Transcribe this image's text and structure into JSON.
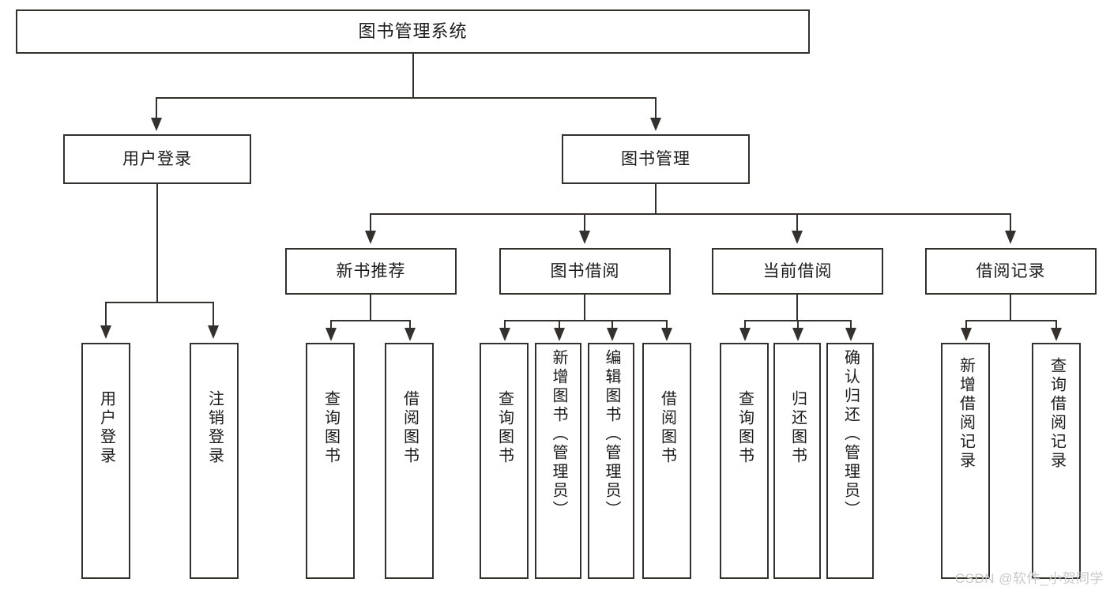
{
  "diagram": {
    "title": "图书管理系统",
    "type": "tree",
    "root": {
      "label": "图书管理系统"
    },
    "level2": [
      {
        "label": "用户登录"
      },
      {
        "label": "图书管理"
      }
    ],
    "level3": [
      {
        "label": "新书推荐"
      },
      {
        "label": "图书借阅"
      },
      {
        "label": "当前借阅"
      },
      {
        "label": "借阅记录"
      }
    ],
    "leaves_user_login": [
      {
        "label": "用户登录"
      },
      {
        "label": "注销登录"
      }
    ],
    "leaves_new_book": [
      {
        "label": "查询图书"
      },
      {
        "label": "借阅图书"
      }
    ],
    "leaves_borrow": [
      {
        "label": "查询图书"
      },
      {
        "label": "新增图书（管理员）"
      },
      {
        "label": "编辑图书（管理员）"
      },
      {
        "label": "借阅图书"
      }
    ],
    "leaves_current": [
      {
        "label": "查询图书"
      },
      {
        "label": "归还图书"
      },
      {
        "label": "确认归还（管理员）"
      }
    ],
    "leaves_records": [
      {
        "label": "新增借阅记录"
      },
      {
        "label": "查询借阅记录"
      }
    ]
  },
  "watermark": {
    "text": "CSDN @软件_小贺同学"
  },
  "colors": {
    "stroke": "#33302e",
    "background": "#ffffff",
    "text": "#1b1b1b",
    "watermark": "#c9c9c9"
  }
}
